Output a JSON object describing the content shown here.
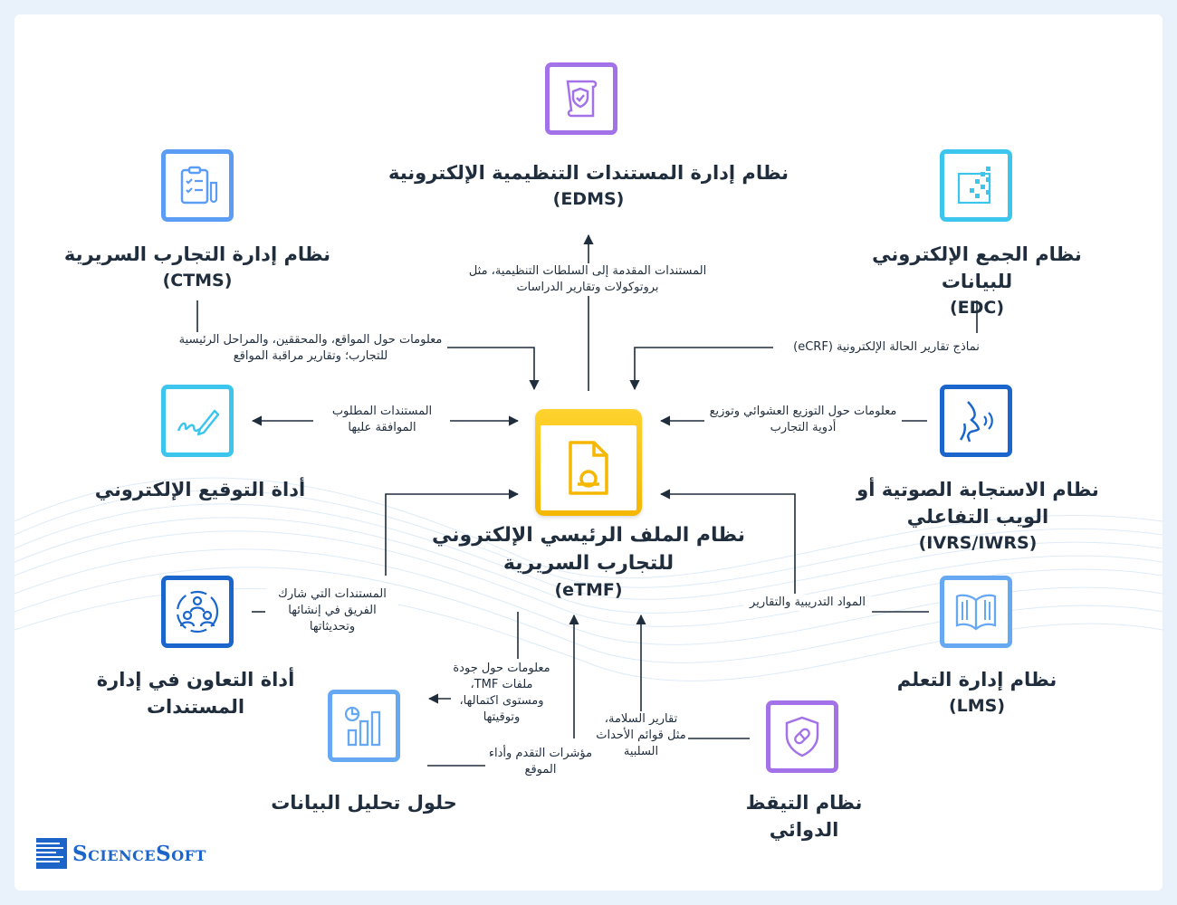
{
  "diagram": {
    "center": {
      "title": "نظام الملف الرئيسي الإلكتروني للتجارب السريرية",
      "abbr": "(eTMF)"
    },
    "nodes": {
      "edms": {
        "title": "نظام إدارة المستندات التنظيمية الإلكترونية",
        "abbr": "(EDMS)",
        "icon": "regulatory-document-icon"
      },
      "ctms": {
        "title": "نظام إدارة التجارب السريرية",
        "abbr": "(CTMS)",
        "icon": "clipboard-checklist-icon"
      },
      "edc": {
        "title": "نظام الجمع الإلكتروني للبيانات",
        "abbr": "(EDC)",
        "icon": "data-dots-icon"
      },
      "esign": {
        "title": "أداة التوقيع الإلكتروني",
        "icon": "signature-pen-icon"
      },
      "ivrs": {
        "title": "نظام الاستجابة الصوتية أو الويب التفاعلي",
        "abbr": "(IVRS/IWRS)",
        "icon": "voice-response-icon"
      },
      "collab": {
        "title": "أداة التعاون في إدارة المستندات",
        "icon": "team-collaboration-icon"
      },
      "lms": {
        "title": "نظام إدارة التعلم",
        "abbr": "(LMS)",
        "icon": "open-book-icon"
      },
      "analytics": {
        "title": "حلول تحليل البيانات",
        "icon": "bar-chart-icon"
      },
      "pv": {
        "title": "نظام التيقظ الدوائي",
        "icon": "pill-shield-icon"
      }
    },
    "edges": {
      "edms": "المستندات المقدمة إلى السلطات التنظيمية، مثل بروتوكولات وتقارير الدراسات",
      "ctms": "معلومات حول المواقع، والمحققين، والمراحل الرئيسية للتجارب؛ وتقارير مراقبة المواقع",
      "edc": "نماذج تقارير الحالة الإلكترونية (eCRF)",
      "esign": "المستندات المطلوب الموافقة عليها",
      "ivrs": "معلومات حول التوزيع العشوائي وتوزيع أدوية التجارب",
      "collab": "المستندات التي شارك الفريق في إنشائها وتحديثاتها",
      "lms": "المواد التدريبية والتقارير",
      "analytics_out": "معلومات حول جودة ملفات TMF، ومستوى اكتمالها، وتوقيتها",
      "analytics_in": "مؤشرات التقدم وأداء الموقع",
      "pv": "تقارير السلامة، مثل قوائم الأحداث السلبية"
    },
    "colors": {
      "accent_yellow": "#f5b700",
      "line": "#1f2d3d",
      "blue": "#5b9cf5",
      "cyan": "#3cc6ee",
      "purple": "#a472e8",
      "navy": "#1a66cc"
    }
  },
  "brand": {
    "logo_text": "ScienceSoft"
  }
}
